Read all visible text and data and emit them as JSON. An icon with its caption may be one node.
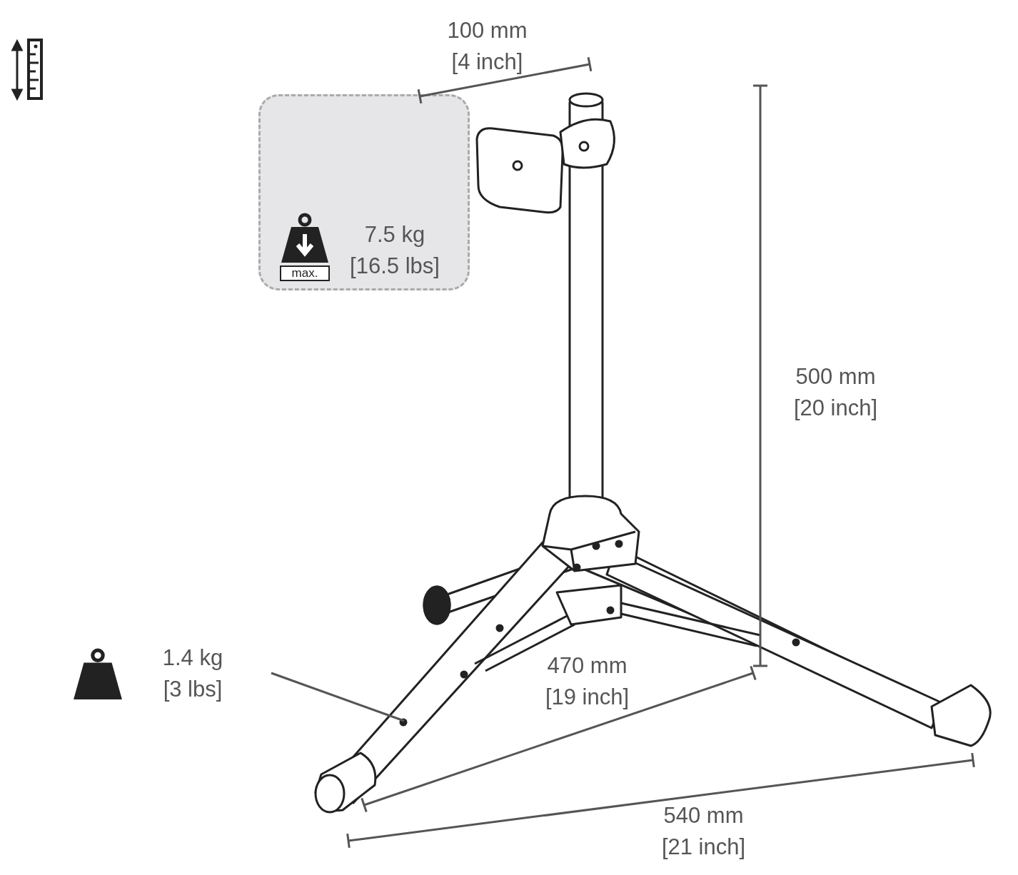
{
  "diagram": {
    "nodes": [
      {
        "text": [
          "max.",
          "7.5 kg [16.5 lbs]"
        ]
      },
      {
        "text": [],
        "shape": "picture"
      },
      {
        "text": [
          "1.4 kg [3 lbs]"
        ]
      }
    ],
    "edges": [
      {
        "from": 2,
        "to": 1,
        "arrow": "none"
      }
    ],
    "labels": [
      "100 mm [4 inch]",
      "500 mm [20 inch]",
      "470 mm [19 inch]",
      "540 mm [21 inch]"
    ]
  }
}
